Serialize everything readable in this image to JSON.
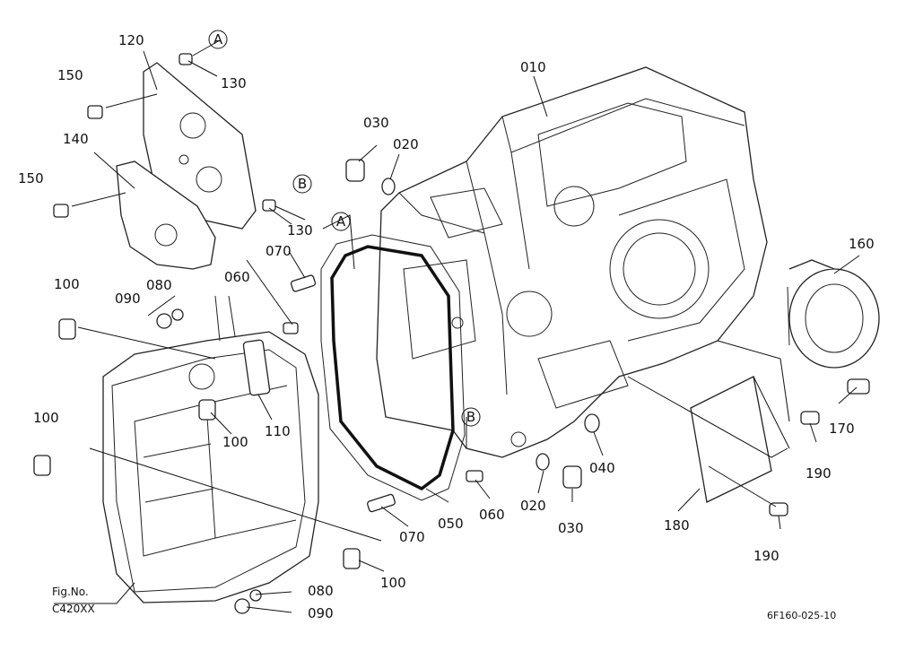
{
  "fig": {
    "line1": "Fig.No.",
    "line2": "C420XX"
  },
  "drawing_code": "6F160-025-10",
  "refs": {
    "a": "A",
    "b": "B"
  },
  "labels": [
    {
      "text": "010"
    },
    {
      "text": "020"
    },
    {
      "text": "030"
    },
    {
      "text": "020"
    },
    {
      "text": "030"
    },
    {
      "text": "040"
    },
    {
      "text": "050"
    },
    {
      "text": "060"
    },
    {
      "text": "060"
    },
    {
      "text": "070"
    },
    {
      "text": "070"
    },
    {
      "text": "080"
    },
    {
      "text": "080"
    },
    {
      "text": "090"
    },
    {
      "text": "090"
    },
    {
      "text": "100"
    },
    {
      "text": "100"
    },
    {
      "text": "100"
    },
    {
      "text": "100"
    },
    {
      "text": "110"
    },
    {
      "text": "120"
    },
    {
      "text": "130"
    },
    {
      "text": "130"
    },
    {
      "text": "140"
    },
    {
      "text": "150"
    },
    {
      "text": "150"
    },
    {
      "text": "160"
    },
    {
      "text": "170"
    },
    {
      "text": "180"
    },
    {
      "text": "190"
    },
    {
      "text": "190"
    }
  ]
}
